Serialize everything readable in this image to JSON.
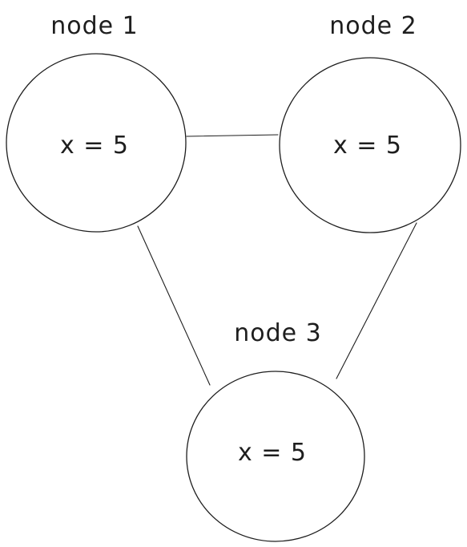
{
  "diagram": {
    "colors": {
      "stroke": "#1e1e1e",
      "text": "#1e1e1e",
      "background": "#ffffff"
    },
    "nodes": [
      {
        "id": "n1",
        "label": "node 1",
        "value": "x = 5"
      },
      {
        "id": "n2",
        "label": "node 2",
        "value": "x = 5"
      },
      {
        "id": "n3",
        "label": "node 3",
        "value": "x = 5"
      }
    ],
    "edges": [
      {
        "from": "n1",
        "to": "n2"
      },
      {
        "from": "n1",
        "to": "n3"
      },
      {
        "from": "n2",
        "to": "n3"
      }
    ]
  }
}
